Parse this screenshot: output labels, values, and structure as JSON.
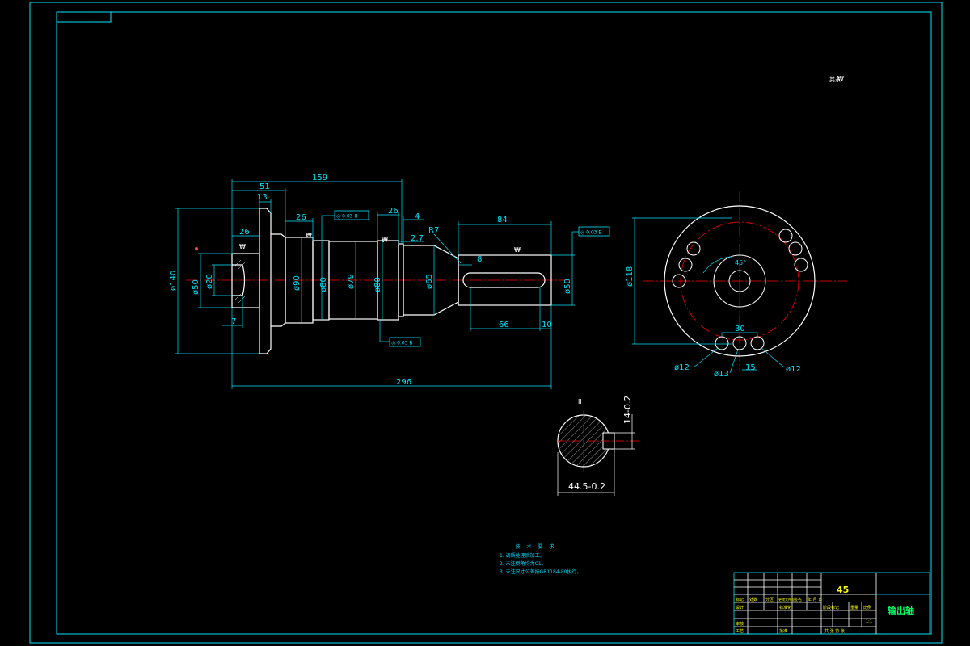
{
  "colors": {
    "background": "#000000",
    "frame": "#00e5ff",
    "dimension": "#00e5ff",
    "outline": "#ffffff",
    "center_line": "#ff0000",
    "title_text": "#ffff00",
    "title_green": "#00ff66"
  },
  "drawing": {
    "roughness_mark_top": "₩",
    "roughness_global": "其余"
  },
  "main_view": {
    "dims": {
      "d159": "159",
      "d51": "51",
      "d13": "13",
      "d26a": "26",
      "d26b": "26",
      "d26c": "26",
      "d4": "4",
      "d84": "84",
      "d2_7": "2.7",
      "r7": "R7",
      "d8": "8",
      "d66": "66",
      "d10": "10",
      "d7": "7",
      "d296": "296",
      "phi140": "ø140",
      "phi20": "ø20",
      "phi50a": "ø50",
      "phi90": "ø90",
      "phi80a": "ø80",
      "phi79": "ø79",
      "phi80b": "ø80",
      "phi65": "ø65",
      "phi50b": "ø50"
    },
    "tolerances": {
      "tol1": "◎ 0.03 B",
      "tol2": "◎ 0.03 B",
      "tol3": "◎ 0.03 B"
    }
  },
  "side_view": {
    "phi118": "ø118",
    "angle45": "45°",
    "d30": "30",
    "phi12a": "ø12",
    "phi13": "ø13",
    "d15": "15",
    "phi12b": "ø12"
  },
  "section_view": {
    "label": "II",
    "dim_key_depth": "14-0.2",
    "dim_width": "44.5-0.2"
  },
  "notes": {
    "title": "技 术 要 求",
    "items": [
      "1. 调质处理后加工。",
      "2. 未注倒角均为C1。",
      "3. 未注尺寸公差按GB1184-80执行。"
    ]
  },
  "title_block": {
    "material": "45",
    "part_name": "输出轴",
    "scale": "1:1",
    "row_labels": [
      "设计",
      "审核",
      "工艺"
    ],
    "header_cells": [
      "标记",
      "处数",
      "分区",
      "更改文件号",
      "签名",
      "年 月 日"
    ],
    "small_cells": [
      "阶段标记",
      "重量",
      "比例"
    ],
    "sheet_text": "共  张 第  张",
    "std_cells": [
      "标准化",
      "批准"
    ]
  }
}
